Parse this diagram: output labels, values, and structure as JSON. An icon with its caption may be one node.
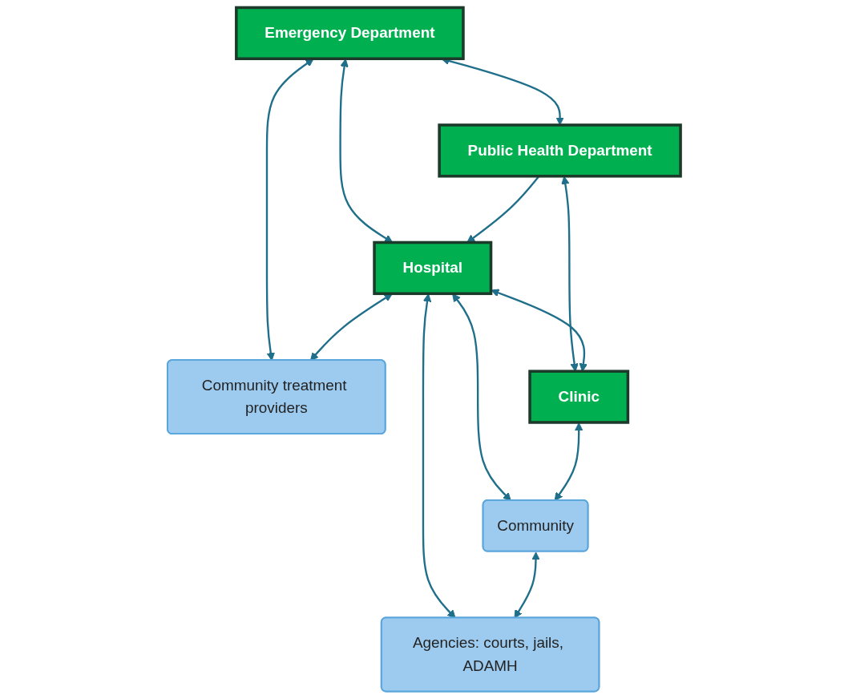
{
  "diagram": {
    "nodes": [
      {
        "text": [
          "Emergency Department"
        ]
      },
      {
        "text": [
          "Public Health Department"
        ]
      },
      {
        "text": [
          "Community treatment providers"
        ]
      },
      {
        "text": [
          "Hospital"
        ]
      },
      {
        "text": [
          "Clinic"
        ]
      },
      {
        "text": [
          "Agencies: courts, jails, ADAMH"
        ]
      },
      {
        "text": [
          "Community"
        ]
      }
    ],
    "edges": [
      {
        "from": 0,
        "to": 1,
        "arrow": "both"
      },
      {
        "from": 0,
        "to": 2,
        "arrow": "both"
      },
      {
        "from": 0,
        "to": 3,
        "arrow": "both"
      },
      {
        "from": 1,
        "to": 3,
        "arrow": "to"
      },
      {
        "from": 1,
        "to": 4,
        "arrow": "both"
      },
      {
        "from": 3,
        "to": 2,
        "arrow": "both"
      },
      {
        "from": 3,
        "to": 5,
        "arrow": "both"
      },
      {
        "from": 3,
        "to": 4,
        "arrow": "both"
      },
      {
        "from": 3,
        "to": 6,
        "arrow": "both"
      },
      {
        "from": 4,
        "to": 6,
        "arrow": "both"
      },
      {
        "from": 6,
        "to": 5,
        "arrow": "both"
      }
    ]
  }
}
